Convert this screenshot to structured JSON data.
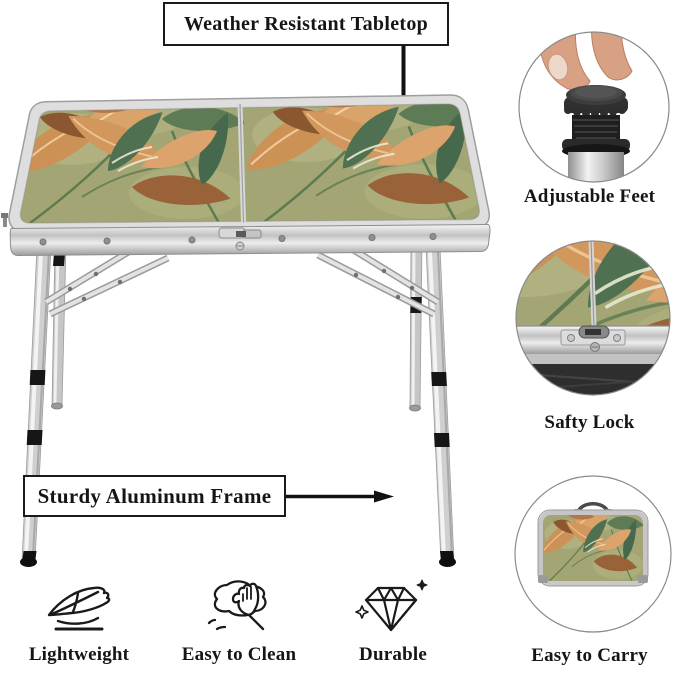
{
  "page": {
    "type": "product-feature-infographic",
    "subject": "folding camping table"
  },
  "callouts": {
    "tabletop_label": "Weather Resistant Tabletop",
    "frame_label": "Sturdy Aluminum Frame"
  },
  "side_features": [
    {
      "label": "Adjustable Feet",
      "image": "adjustable-foot-photo"
    },
    {
      "label": "Safty Lock",
      "image": "safety-lock-photo"
    },
    {
      "label": "Easy to Carry",
      "image": "folded-table-photo"
    }
  ],
  "bottom_features": [
    {
      "label": "Lightweight",
      "icon": "feather-icon"
    },
    {
      "label": "Easy to Clean",
      "icon": "wiping-hand-icon"
    },
    {
      "label": "Durable",
      "icon": "diamond-icon"
    }
  ],
  "colors": {
    "callout_border": "#1a1a1a",
    "text": "#151515",
    "tabletop_green": "#a3a574",
    "leaf_orange": "#d9a469",
    "leaf_brown": "#9a6238",
    "leaf_dark_green": "#4f7051",
    "aluminum": "#d6d6d6",
    "leg_band_black": "#161616",
    "skin_tone": "#d8a184"
  }
}
